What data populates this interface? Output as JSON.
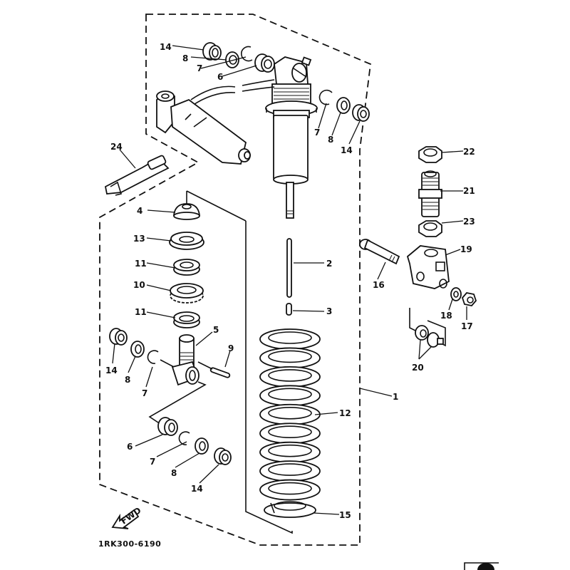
{
  "diagram": {
    "title": "Rear Shock Absorber Assembly (exploded view)",
    "part_code": "1RK300-6190",
    "fwd_label": "FWD",
    "callouts": [
      {
        "id": "c14a",
        "num": "14",
        "part": "bushing"
      },
      {
        "id": "c8a",
        "num": "8",
        "part": "bearing"
      },
      {
        "id": "c7a",
        "num": "7",
        "part": "circlip"
      },
      {
        "id": "c6a",
        "num": "6",
        "part": "bushing"
      },
      {
        "id": "c7b",
        "num": "7",
        "part": "circlip"
      },
      {
        "id": "c8b",
        "num": "8",
        "part": "bearing"
      },
      {
        "id": "c14b",
        "num": "14",
        "part": "bushing"
      },
      {
        "id": "c24",
        "num": "24",
        "part": "band"
      },
      {
        "id": "c22",
        "num": "22",
        "part": "nut"
      },
      {
        "id": "c21",
        "num": "21",
        "part": "adjuster bolt"
      },
      {
        "id": "c23",
        "num": "23",
        "part": "nut"
      },
      {
        "id": "c19",
        "num": "19",
        "part": "clevis"
      },
      {
        "id": "c16",
        "num": "16",
        "part": "bolt"
      },
      {
        "id": "c18",
        "num": "18",
        "part": "washer"
      },
      {
        "id": "c17",
        "num": "17",
        "part": "nut"
      },
      {
        "id": "c20",
        "num": "20",
        "part": "collars"
      },
      {
        "id": "c4",
        "num": "4",
        "part": "bump stopper"
      },
      {
        "id": "c13",
        "num": "13",
        "part": "spring seat"
      },
      {
        "id": "c11a",
        "num": "11",
        "part": "spring guide"
      },
      {
        "id": "c10",
        "num": "10",
        "part": "adjusting nut"
      },
      {
        "id": "c11b",
        "num": "11",
        "part": "spring guide"
      },
      {
        "id": "c2",
        "num": "2",
        "part": "rod"
      },
      {
        "id": "c3",
        "num": "3",
        "part": "pin"
      },
      {
        "id": "c5",
        "num": "5",
        "part": "lower joint"
      },
      {
        "id": "c9",
        "num": "9",
        "part": "pin"
      },
      {
        "id": "c14c",
        "num": "14",
        "part": "bushing"
      },
      {
        "id": "c8c",
        "num": "8",
        "part": "bearing"
      },
      {
        "id": "c7c",
        "num": "7",
        "part": "circlip"
      },
      {
        "id": "c6b",
        "num": "6",
        "part": "bushing"
      },
      {
        "id": "c7d",
        "num": "7",
        "part": "circlip"
      },
      {
        "id": "c8d",
        "num": "8",
        "part": "bearing"
      },
      {
        "id": "c14d",
        "num": "14",
        "part": "bushing"
      },
      {
        "id": "c12",
        "num": "12",
        "part": "spring"
      },
      {
        "id": "c15",
        "num": "15",
        "part": "spring seat"
      },
      {
        "id": "c1",
        "num": "1",
        "part": "rear shock absorber assembly"
      }
    ]
  }
}
